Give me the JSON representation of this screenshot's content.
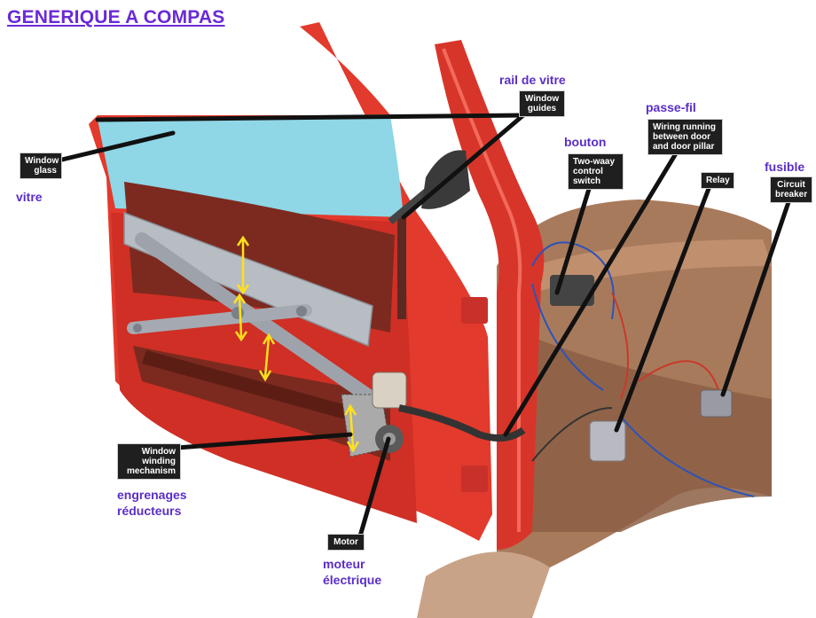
{
  "title": "GENERIQUE A COMPAS",
  "labels": {
    "window_glass": "Window glass",
    "window_guides": "Window guides",
    "two_way_switch": "Two-waay control switch",
    "wiring": "Wiring running between door and door pillar",
    "relay": "Relay",
    "circuit_breaker": "Circuit breaker",
    "winding_mechanism": "Window winding mechanism",
    "motor": "Motor"
  },
  "french": {
    "vitre": "vitre",
    "rail_de_vitre": "rail de vitre",
    "bouton": "bouton",
    "passe_fil": "passe-fil",
    "fusible": "fusible",
    "engrenages": "engrenages réducteurs",
    "moteur": "moteur électrique"
  },
  "colors": {
    "door_red": "#e23a2c",
    "french_text": "#5a2ec8",
    "arrow_yellow": "#ffe11a"
  }
}
